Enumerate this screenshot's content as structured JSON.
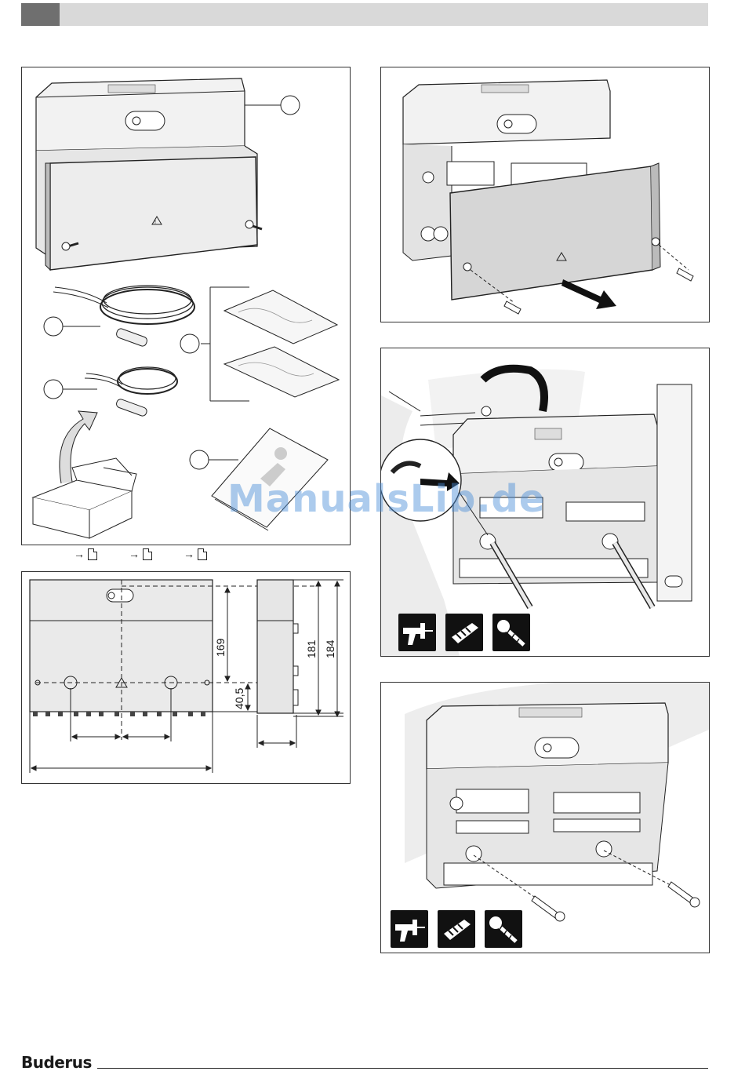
{
  "header": {
    "accent": "#6f6f6f",
    "bar": "#d9d9d9"
  },
  "panel_contents": {
    "icons": [
      "controller-box-icon",
      "temperature-sensor-long-icon",
      "temperature-sensor-short-icon",
      "accessory-bags-icon",
      "instruction-booklet-icon",
      "shipping-box-icon"
    ]
  },
  "dimensions": {
    "height_169": "169",
    "height_40_5": "40,5",
    "height_181": "181",
    "height_184": "184"
  },
  "page_refs": [
    "→",
    "→",
    "→"
  ],
  "tools": [
    "drill-icon",
    "wall-plug-icon",
    "screw-icon"
  ],
  "watermark": "ManualsLib.de",
  "brand": "Buderus"
}
